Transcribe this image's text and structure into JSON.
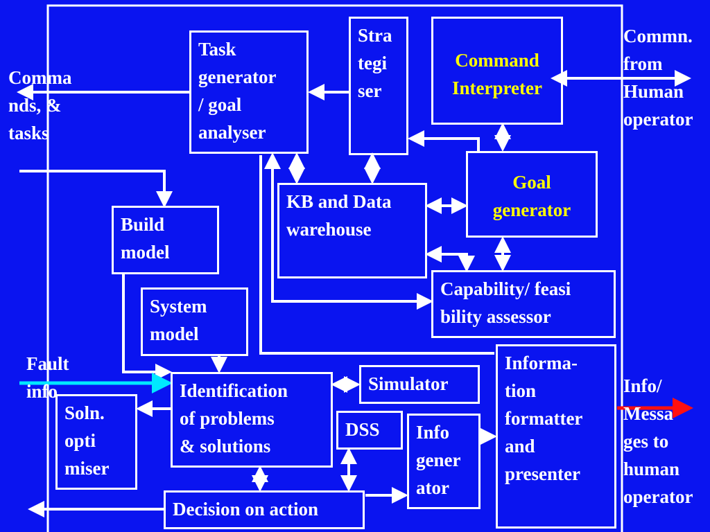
{
  "colors": {
    "background": "#0a14f0",
    "line": "#ffffff",
    "accent_text": "#ffff00",
    "fault_arrow": "#00e8ff",
    "info_arrow": "#ff1010"
  },
  "blocks": {
    "task_generator": "Task\ngenerator\n/ goal\nanalyser",
    "strategiser": "Stra\ntegi\nser",
    "command_interpreter": "Command\nInterpreter",
    "goal_generator": "Goal\ngenerator",
    "kb_warehouse": "KB and Data\nwarehouse",
    "build_model": "Build\nmodel",
    "system_model": "System\nmodel",
    "capability_assessor": "Capability/ feasi\nbility assessor",
    "info_formatter": "Informa-\ntion\nformatter\nand\npresenter",
    "simulator": "Simulator",
    "identification": "Identification\nof problems\n& solutions",
    "dss": "DSS",
    "info_generator": "Info\ngener\nator",
    "soln_optimiser": "Soln.\nopti\nmiser",
    "decision": "Decision on action"
  },
  "labels": {
    "commands_tasks": "Comma\nnds, &\ntasks",
    "commn_from_human": "Commn.\nfrom\nHuman\noperator",
    "fault_info": "Fault\ninfo",
    "info_messages": "Info/\nMessa\nges to\nhuman\noperator"
  }
}
